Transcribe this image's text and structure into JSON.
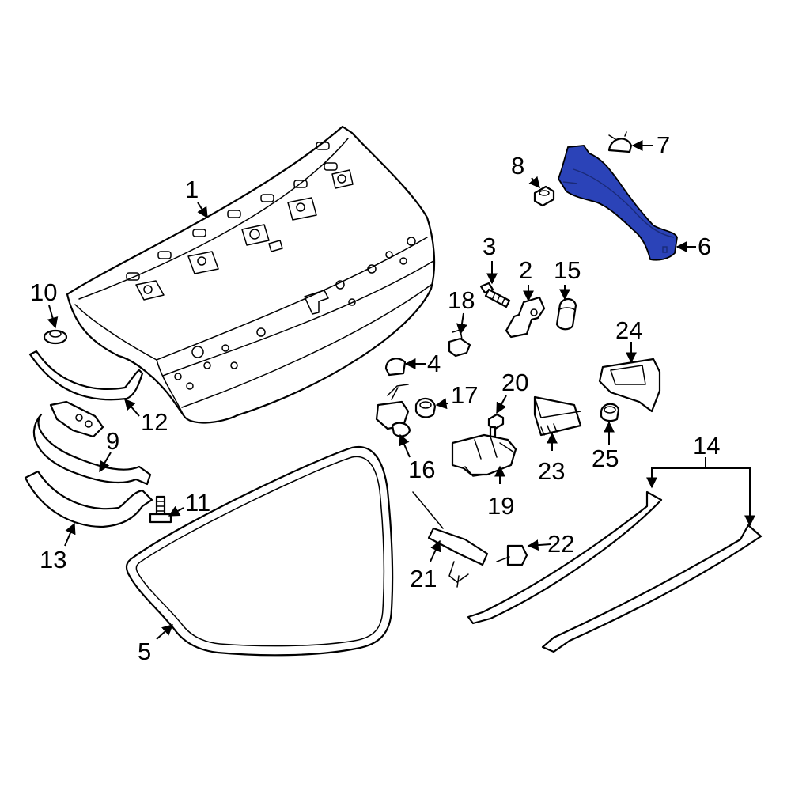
{
  "highlight_color": "#2b43b8",
  "highlighted_part": "6",
  "callouts": {
    "c1": "1",
    "c2": "2",
    "c3": "3",
    "c4": "4",
    "c5": "5",
    "c6": "6",
    "c7": "7",
    "c8": "8",
    "c9": "9",
    "c10": "10",
    "c11": "11",
    "c12": "12",
    "c13": "13",
    "c14": "14",
    "c15": "15",
    "c16": "16",
    "c17": "17",
    "c18": "18",
    "c19": "19",
    "c20": "20",
    "c21": "21",
    "c22": "22",
    "c23": "23",
    "c24": "24",
    "c25": "25"
  }
}
